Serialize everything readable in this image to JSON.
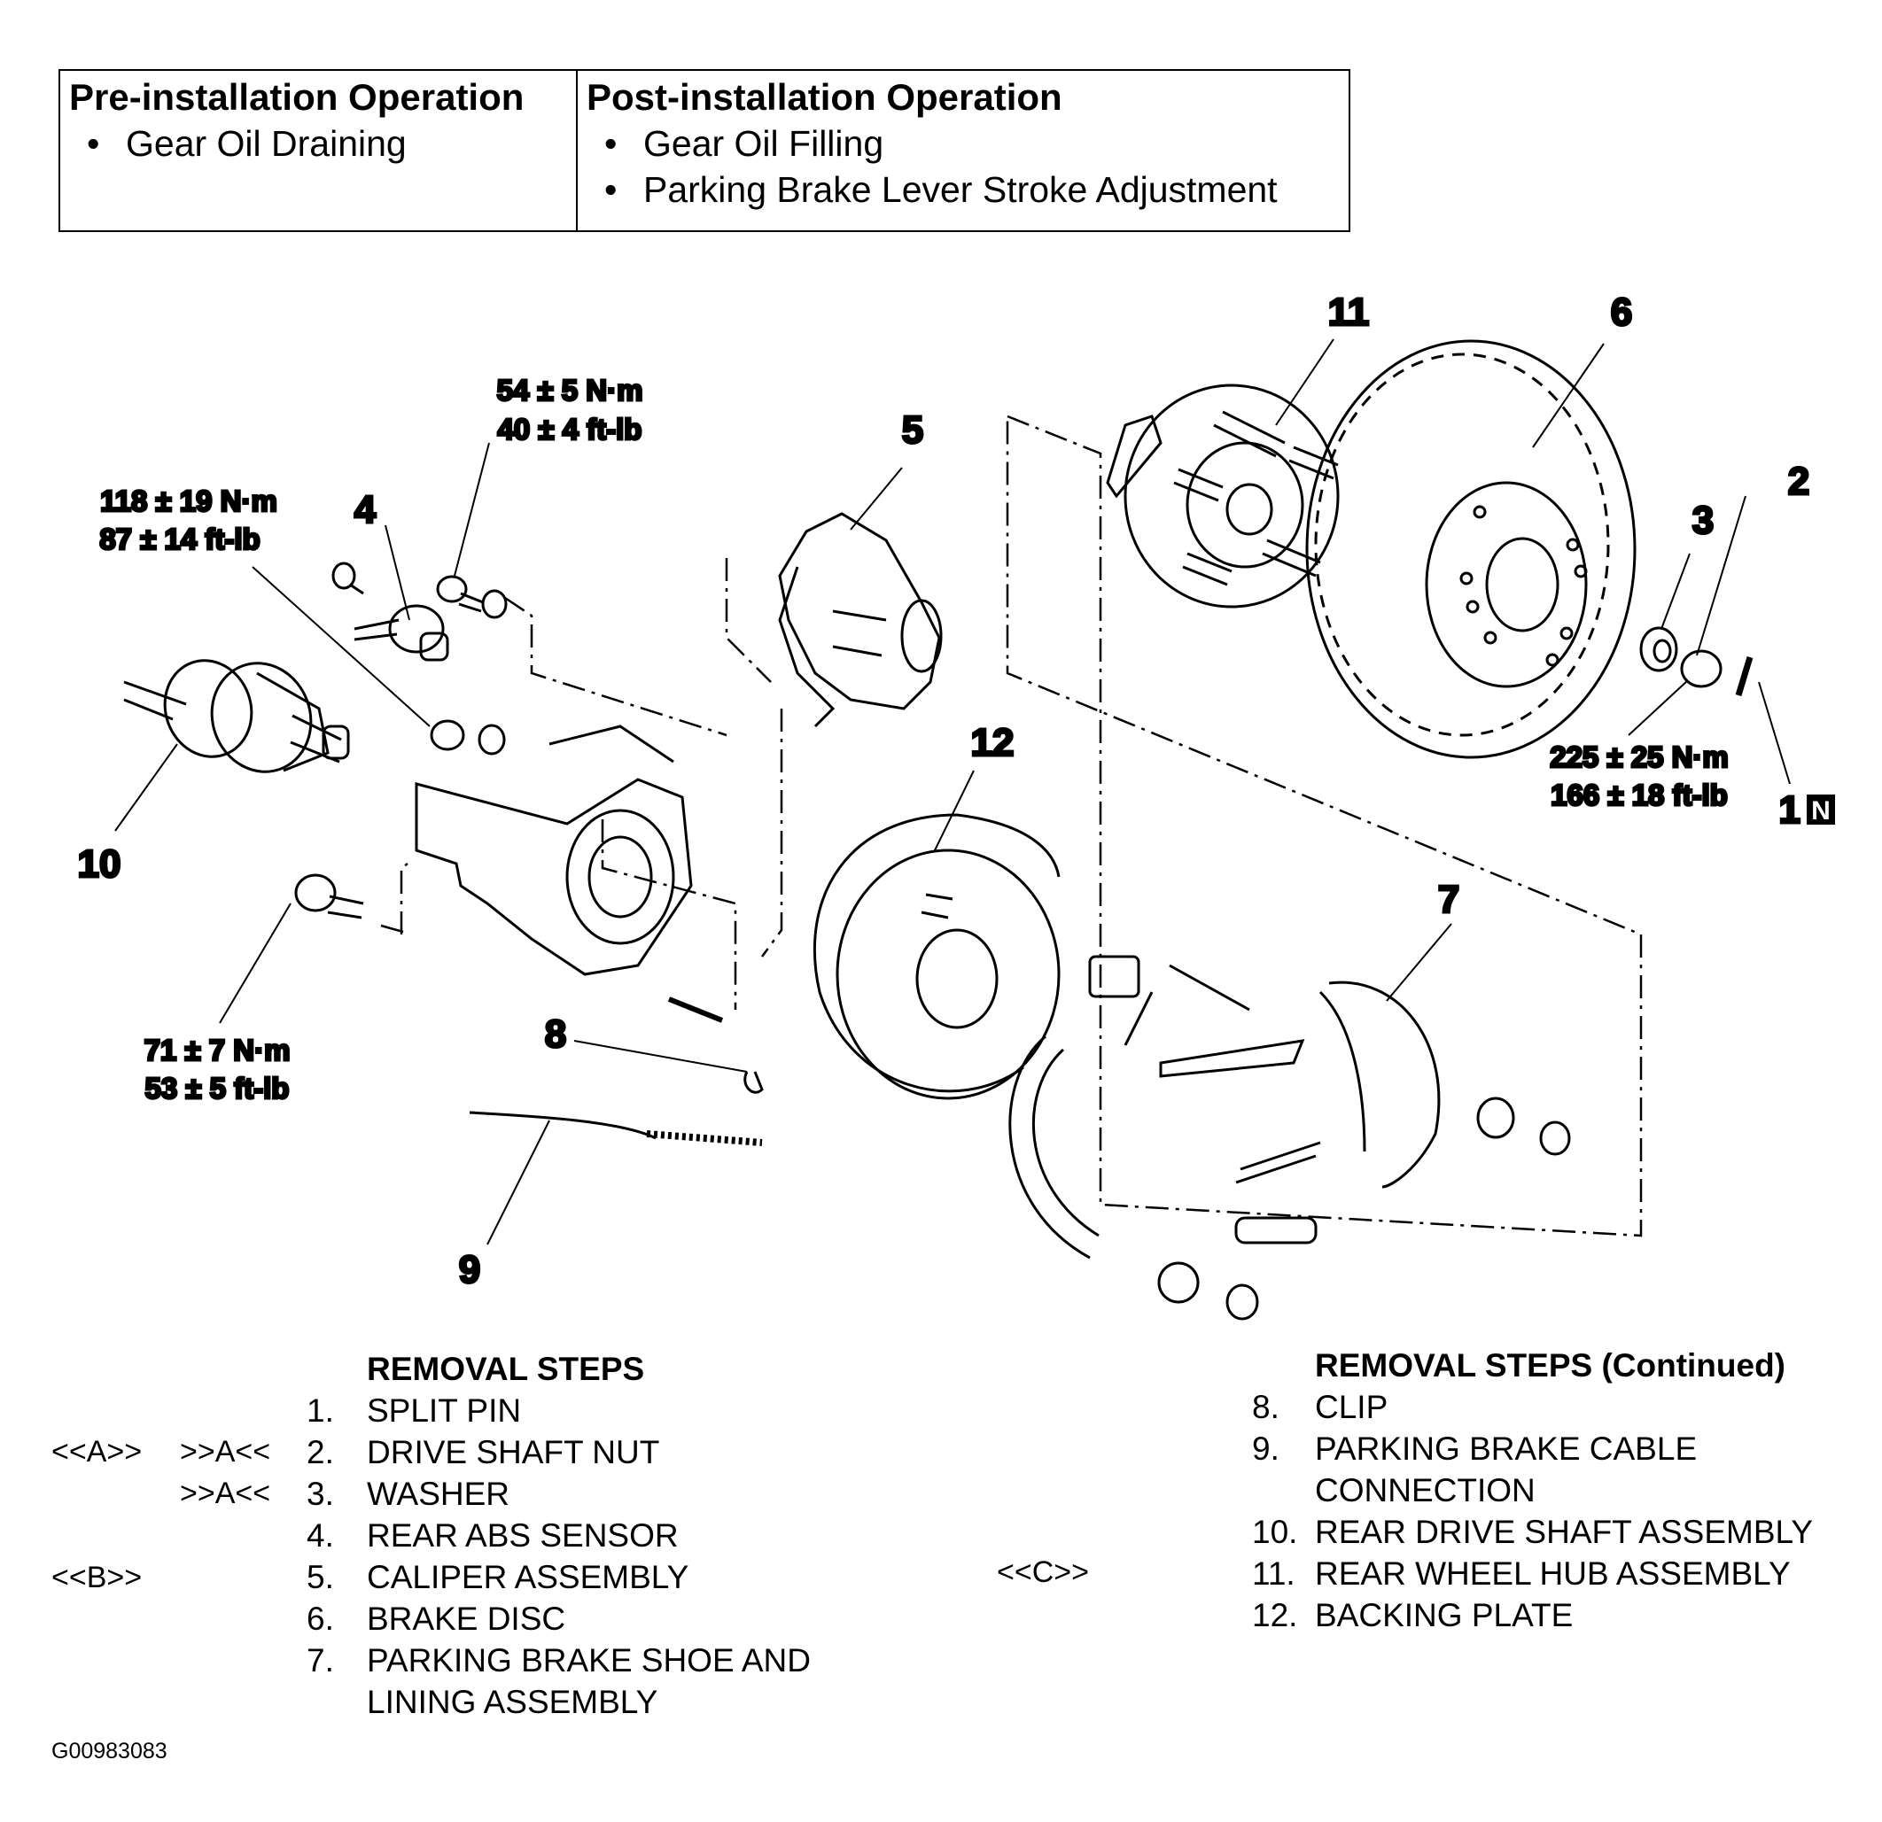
{
  "operations": {
    "pre": {
      "heading": "Pre-installation Operation",
      "items": [
        "Gear Oil Draining"
      ]
    },
    "post": {
      "heading": "Post-installation Operation",
      "items": [
        "Gear Oil Filling",
        "Parking Brake Lever Stroke Adjustment"
      ]
    }
  },
  "callouts": {
    "c1": "1",
    "c1_badge": "N",
    "c2": "2",
    "c3": "3",
    "c4": "4",
    "c5": "5",
    "c6": "6",
    "c7": "7",
    "c8": "8",
    "c9": "9",
    "c10": "10",
    "c11": "11",
    "c12": "12"
  },
  "torques": {
    "knuckle_nut": [
      "118 ± 19 N·m",
      "87 ± 14 ft-lb"
    ],
    "caliper_bolt": [
      "54 ± 5 N·m",
      "40 ± 4 ft-lb"
    ],
    "lower_bolt": [
      "71 ± 7 N·m",
      "53 ± 5 ft-lb"
    ],
    "drive_shaft_nut": [
      "225 ± 25 N·m",
      "166 ± 18 ft-lb"
    ]
  },
  "removal_steps": {
    "heading": "REMOVAL STEPS",
    "steps": [
      {
        "num": "1.",
        "text": "SPLIT PIN",
        "code_removal": "",
        "code_install": ""
      },
      {
        "num": "2.",
        "text": "DRIVE SHAFT NUT",
        "code_removal": "<<A>>",
        "code_install": ">>A<<"
      },
      {
        "num": "3.",
        "text": "WASHER",
        "code_removal": "",
        "code_install": ">>A<<"
      },
      {
        "num": "4.",
        "text": "REAR ABS SENSOR",
        "code_removal": "",
        "code_install": ""
      },
      {
        "num": "5.",
        "text": "CALIPER ASSEMBLY",
        "code_removal": "<<B>>",
        "code_install": ""
      },
      {
        "num": "6.",
        "text": "BRAKE DISC",
        "code_removal": "",
        "code_install": ""
      },
      {
        "num": "7.",
        "text": "PARKING BRAKE SHOE AND",
        "text2": "LINING ASSEMBLY",
        "code_removal": "",
        "code_install": ""
      }
    ]
  },
  "removal_steps_continued": {
    "heading": "REMOVAL STEPS (Continued)",
    "steps": [
      {
        "num": "8.",
        "text": "CLIP",
        "code_removal": ""
      },
      {
        "num": "9.",
        "text": "PARKING BRAKE CABLE",
        "text2": "CONNECTION",
        "code_removal": ""
      },
      {
        "num": "10.",
        "text": "REAR DRIVE SHAFT ASSEMBLY",
        "code_removal": ""
      },
      {
        "num": "11.",
        "text": "REAR WHEEL HUB ASSEMBLY",
        "code_removal": "<<C>>"
      },
      {
        "num": "12.",
        "text": "BACKING PLATE",
        "code_removal": ""
      }
    ]
  },
  "figure_id": "G00983083"
}
